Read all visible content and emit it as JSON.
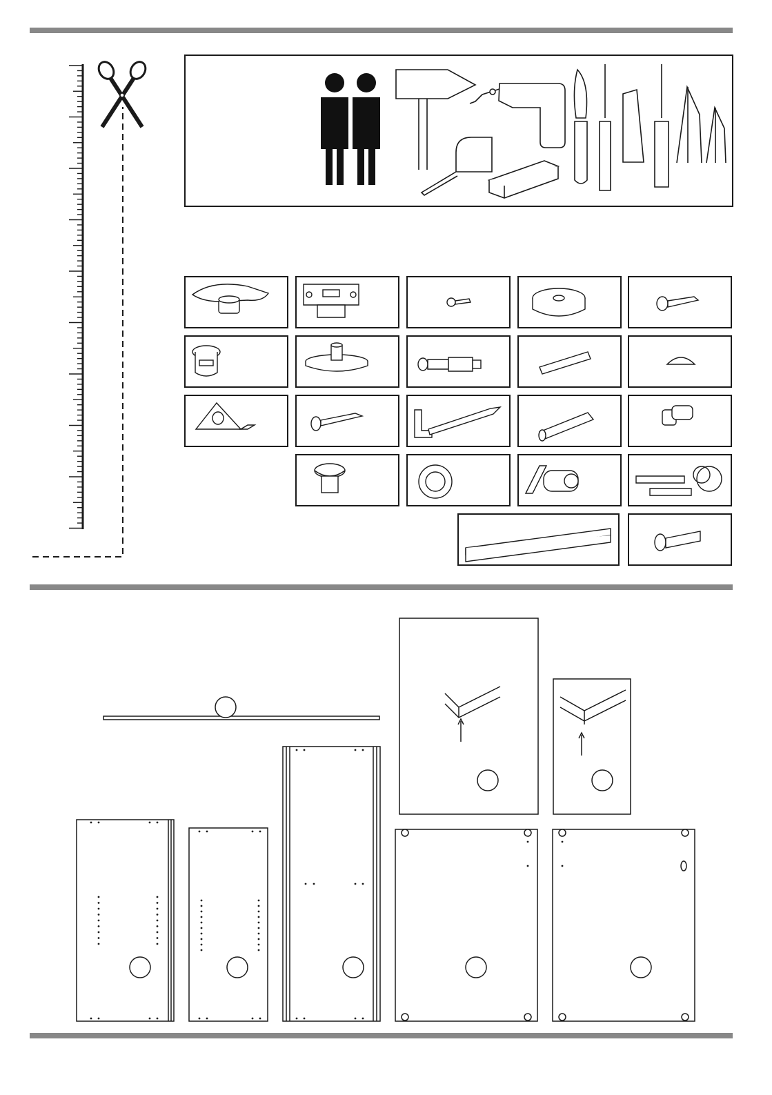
{
  "page": {
    "rule_color": "#888888",
    "line_color": "#1a1a1a"
  },
  "tools_section": {
    "icons": [
      "people-icon",
      "hammer-icon",
      "tape-measure-icon",
      "drill-icon",
      "wood-block-icon",
      "knife-icon",
      "flat-screwdriver-icon",
      "chisel-icon",
      "phillips-screwdriver-icon",
      "bit-icon",
      "small-bit-icon"
    ]
  },
  "measurement": {
    "icons": [
      "ruler-icon",
      "scissors-icon"
    ]
  },
  "hardware": {
    "items": [
      {
        "icon": "cam-lock-plate-icon"
      },
      {
        "icon": "hinge-mount-plate-icon"
      },
      {
        "icon": "small-screw-icon"
      },
      {
        "icon": "round-foot-pad-icon"
      },
      {
        "icon": "wood-screw-icon"
      },
      {
        "icon": "cam-lock-icon"
      },
      {
        "icon": "shelf-pin-disc-icon"
      },
      {
        "icon": "connector-bolt-icon"
      },
      {
        "icon": "wooden-dowel-icon"
      },
      {
        "icon": "bumper-icon"
      },
      {
        "icon": "corner-bracket-icon"
      },
      {
        "icon": "long-screw-icon"
      },
      {
        "icon": "l-hook-screw-icon"
      },
      {
        "icon": "wall-plug-icon"
      },
      {
        "icon": "shelf-support-pin-icon"
      },
      {
        "icon": "cap-plug-icon"
      },
      {
        "icon": "ring-grommet-icon"
      },
      {
        "icon": "cylinder-lock-icon"
      },
      {
        "icon": "keys-icon"
      },
      {
        "icon": "handle-rail-icon"
      },
      {
        "icon": "machine-screw-icon"
      }
    ]
  },
  "parts": {
    "items": [
      "shelf-strip",
      "side-panel-a",
      "side-panel-b",
      "tall-side-panel",
      "back-panel-a",
      "back-panel-b",
      "detail-view-a",
      "detail-view-b"
    ]
  }
}
